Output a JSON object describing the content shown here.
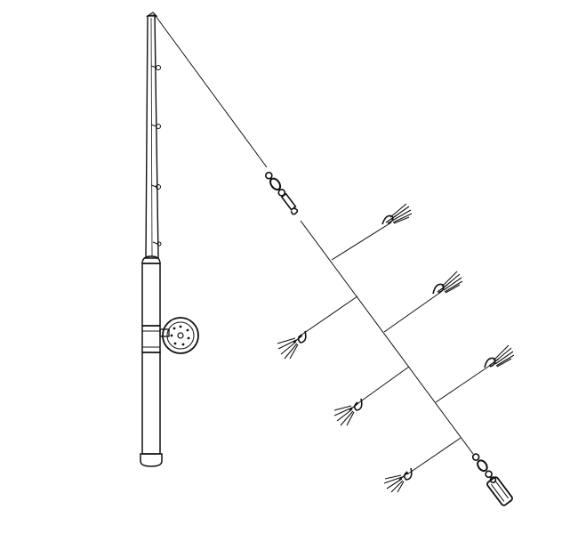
{
  "figure": {
    "kind": "line-drawing",
    "ink_color": "#111111",
    "background_color": "#ffffff",
    "rod_guide_count": 4,
    "dropper_count": 6,
    "fly_color": "#111111"
  }
}
